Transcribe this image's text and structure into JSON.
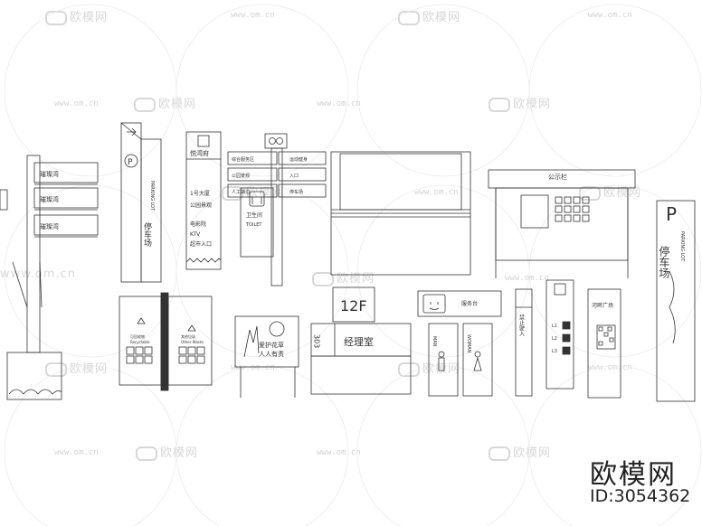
{
  "watermark": {
    "brand": "欧模网",
    "url": "www.om.cn"
  },
  "brand": {
    "name": "欧模网",
    "id": "ID:3054362"
  },
  "signs": {
    "pole_left": {
      "label_a": "璀璨湾",
      "label_b": "璀璨湾",
      "label_c": "璀璨湾"
    },
    "parking_column": {
      "icon": "P",
      "text": "停车场",
      "en": "PARKING LOT"
    },
    "tall_banner": {
      "title": "悦湾府",
      "l1": "1号大厦",
      "l2": "公园景观",
      "l3": "电影院",
      "l4": "KTV",
      "l5": "超市入口"
    },
    "directional": {
      "b1": "综合服务区",
      "b2": "运动健身",
      "b3": "公园景观",
      "b4": "人工湖泊",
      "b5": "入口",
      "b6": "停车场",
      "toilet": "卫生间",
      "toilet_en": "TOILET"
    },
    "notice_board": {
      "title": "公示栏"
    },
    "parking_right": {
      "icon": "P",
      "text": "停车场",
      "en": "PARKING LOT"
    },
    "recycle": {
      "a": "可回收物",
      "b": "其他垃圾",
      "a_en": "Recyclable",
      "b_en": "Other Waste"
    },
    "lawn_sign": {
      "line1": "爱护花草",
      "line2": "人人有责"
    },
    "office": {
      "floor": "12F",
      "room_no": "303",
      "room": "经理室"
    },
    "service": {
      "label": "服务台"
    },
    "toilet_doors": {
      "man": "MAN",
      "woman": "WOMAN"
    },
    "no_entry": {
      "text": "禁止驶入"
    },
    "floor_guide": {
      "l1": "L1",
      "l2": "L2",
      "l3": "L3"
    },
    "plaza": {
      "text": "河畔广场"
    }
  }
}
